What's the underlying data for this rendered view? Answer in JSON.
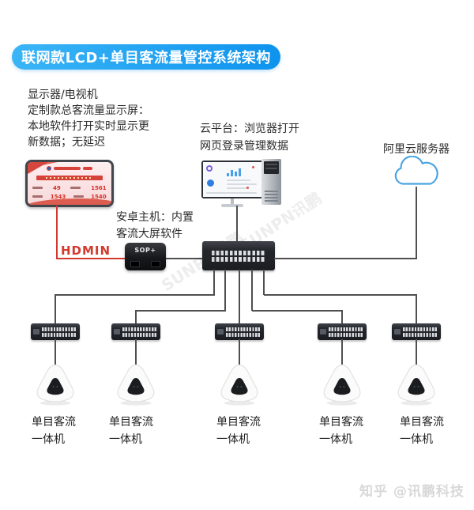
{
  "title": "联网款LCD+单目客流量管控系统架构",
  "display_note": {
    "line1": "显示器/电视机",
    "line2": "定制款总客流量显示屏：",
    "line3": "本地软件打开实时显示更",
    "line4": "新数据；无延迟"
  },
  "cloud_platform": {
    "line1": "云平台：浏览器打开",
    "line2": "网页登录管理数据"
  },
  "cloud_server": {
    "label": "阿里云服务器"
  },
  "android_host": {
    "line1": "安卓主机：内置",
    "line2": "客流大屏软件",
    "box_label": "SOP+"
  },
  "hdmi": {
    "label": "HDMIN"
  },
  "lcd_screen": {
    "stat1": "49",
    "stat2": "1561",
    "stat3": "1543",
    "stat4": "1540"
  },
  "nodes": [
    {
      "line1": "单目客流",
      "line2": "一体机"
    },
    {
      "line1": "单目客流",
      "line2": "一体机"
    },
    {
      "line1": "单目客流",
      "line2": "一体机"
    },
    {
      "line1": "单目客流",
      "line2": "一体机"
    },
    {
      "line1": "单目客流",
      "line2": "一体机"
    }
  ],
  "watermarks": {
    "diagonal": "SUNPN讯鹏",
    "credit": "知乎 @讯鹏科技"
  },
  "colors": {
    "badge_blue_start": "#3ab5f6",
    "badge_blue_end": "#0e93ee",
    "line_dark": "#4f4f4f",
    "hdmi_red": "#d23a2e",
    "cloud_stroke": "#4aa3e0"
  }
}
